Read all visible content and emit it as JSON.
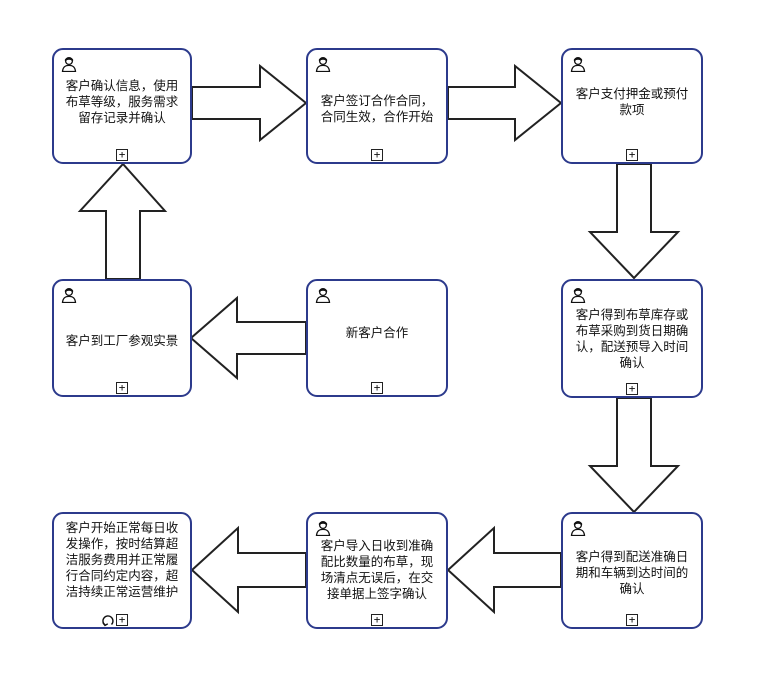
{
  "colors": {
    "border": "#2c3a8c",
    "arrow_stroke": "#222222",
    "arrow_fill": "#ffffff"
  },
  "icons": {
    "task_type": "user-icon",
    "marker": "subprocess-plus-icon",
    "loop": "loop-icon"
  },
  "marker_symbol": "+",
  "tasks": [
    {
      "id": "t1",
      "text": "客户确认信息，使用\n布草等级，服务需求\n留存记录并确认"
    },
    {
      "id": "t2",
      "text": "客户签订合作合同，\n合同生效，合作开始"
    },
    {
      "id": "t3",
      "text": "客户支付押金或预付\n款项"
    },
    {
      "id": "t4",
      "text": "客户到工厂参观实景"
    },
    {
      "id": "t5",
      "text": "新客户合作"
    },
    {
      "id": "t6",
      "text": "客户得到布草库存或\n布草采购到货日期确\n认，配送预导入时间\n确认"
    },
    {
      "id": "t7",
      "text": "客户开始正常每日收\n发操作，按时结算超\n洁服务费用并正常履\n行合同约定内容，超\n洁持续正常运营维护"
    },
    {
      "id": "t8",
      "text": "客户导入日收到准确\n配比数量的布草，现\n场清点无误后，在交\n接单据上签字确认"
    },
    {
      "id": "t9",
      "text": "客户得到配送准确日\n期和车辆到达时间的\n确认"
    }
  ]
}
